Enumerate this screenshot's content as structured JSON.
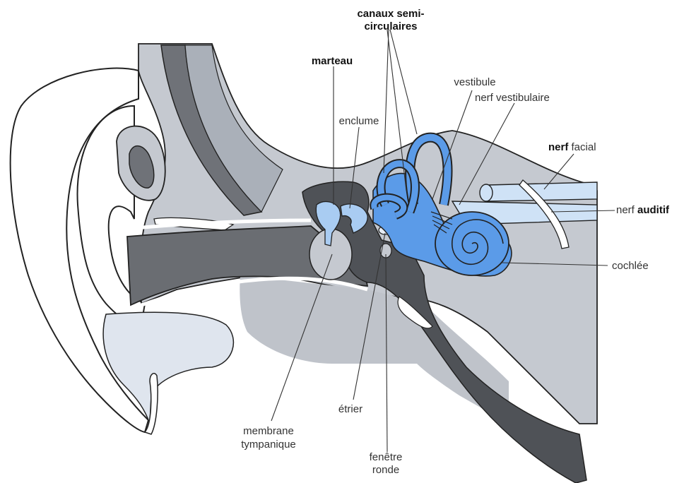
{
  "labels": {
    "canaux_line1": "canaux semi-",
    "canaux_line2": "circulaires",
    "marteau": "marteau",
    "enclume": "enclume",
    "vestibule": "vestibule",
    "nerf_vestibulaire": "nerf vestibulaire",
    "nerf_facial_bold": "nerf",
    "nerf_facial_rest": " facial",
    "nerf_auditif_rest": "nerf ",
    "nerf_auditif_bold": "auditif",
    "cochlee": "cochlée",
    "membrane_line1": "membrane",
    "membrane_line2": "tympanique",
    "etrier": "étrier",
    "fenetre_line1": "fenêtre",
    "fenetre_line2": "ronde"
  },
  "colors": {
    "light_gray": "#c8ccd3",
    "mid_gray": "#aeb3bc",
    "dark_gray": "#6a6d72",
    "inner_ear_blue": "#5b9be8",
    "nerve_light_blue": "#cfe2f6",
    "outline": "#222222"
  }
}
